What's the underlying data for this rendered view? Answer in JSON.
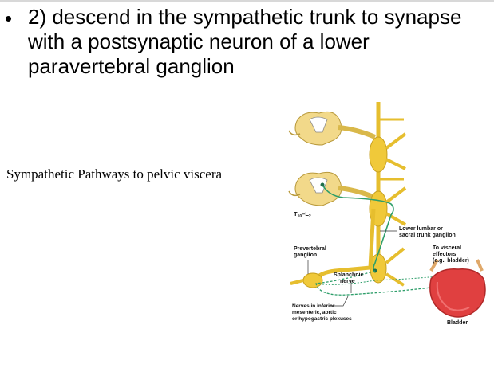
{
  "slide": {
    "bullet_symbol": "•",
    "bullet_text": "2) descend in the sympathetic trunk to synapse with a postsynaptic neuron of a lower paravertebral ganglion",
    "side_title": "Sympathetic Pathways to pelvic viscera"
  },
  "diagram": {
    "label_segment": "T10-L2",
    "label_lower_lumbar": [
      "Lower lumbar or",
      "sacral trunk ganglion"
    ],
    "label_prevertebral": [
      "Prevertebral",
      "ganglion"
    ],
    "label_to_visceral": [
      "To visceral",
      "effectors",
      "(e.g., bladder)"
    ],
    "label_splanchnic": [
      "Splanchnic",
      "nerve"
    ],
    "label_nerves_inferior": [
      "Nerves in inferior",
      "mesenteric, aortic",
      "or hypogastric plexuses"
    ],
    "label_bladder": "Bladder"
  }
}
